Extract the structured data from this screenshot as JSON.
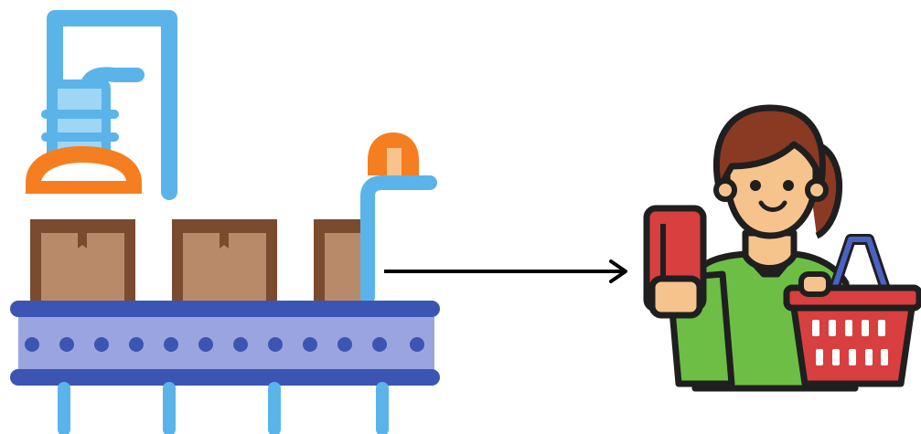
{
  "diagram": {
    "nodes": [
      {
        "id": "factory",
        "icon": "conveyor-belt-production-icon"
      },
      {
        "id": "shopper",
        "icon": "shopper-with-card-and-basket-icon"
      }
    ],
    "edges": [
      {
        "from": "factory",
        "to": "shopper",
        "style": "arrow"
      }
    ]
  },
  "colors": {
    "outline": "#1f1f1f",
    "machine_blue": "#5ab4ea",
    "machine_light": "#9ed6f5",
    "orange": "#f57f20",
    "orange_inner": "#f9c38d",
    "box_dark": "#7a4b2f",
    "box_light": "#b98a6a",
    "belt_dark": "#3c55b2",
    "belt_light": "#9aa5e0",
    "skin": "#f7c38d",
    "hair": "#8a3a22",
    "shirt": "#6cbf44",
    "card": "#d83f3f",
    "basket": "#d83f3f"
  }
}
